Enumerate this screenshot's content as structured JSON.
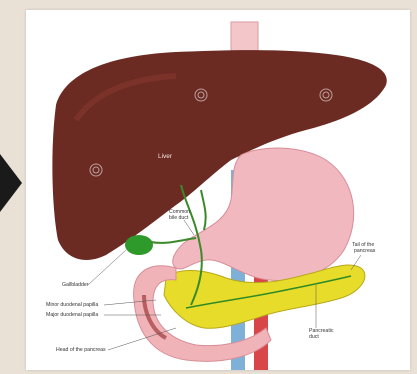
{
  "labels": {
    "liver": "Liver",
    "common_bile_duct": "Common\nbile duct",
    "tail_of_pancreas": "Tail of the\npancreas",
    "gallbladder": "Gallbladder",
    "minor_duodenal_papilla": "Minor duodenal papilla",
    "major_duodenal_papilla": "Major duodenal papilla",
    "pancreatic_duct": "Pancreatic\nduct",
    "head_of_pancreas": "Head of the pancreas"
  },
  "colors": {
    "background": "#e9e1d6",
    "liver": "#6b2a22",
    "gallbladder": "#2f9a2c",
    "bile_ducts": "#3a8a2a",
    "stomach": "#f2b8bf",
    "duodenum": "#f0b3b8",
    "pancreas": "#e8dc2a",
    "aorta": "#d9464a",
    "vena_cava": "#7fb0d8",
    "esophagus": "#f3c6c9"
  }
}
